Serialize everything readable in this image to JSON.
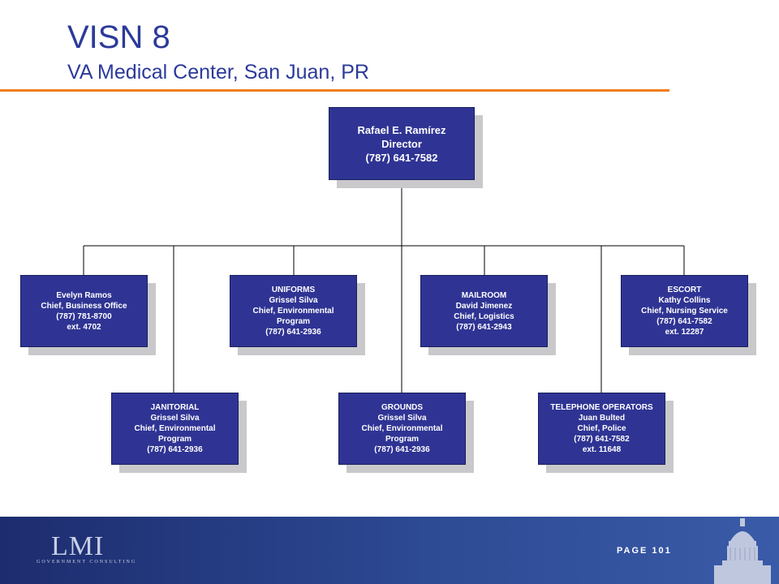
{
  "header": {
    "title": "VISN 8",
    "subtitle": "VA Medical Center, San Juan, PR"
  },
  "org": {
    "director": [
      "Rafael E. Ramírez",
      "Director",
      "(787) 641-7582"
    ],
    "top_row": [
      {
        "id": "business-office",
        "lines": [
          "Evelyn Ramos",
          "Chief, Business Office",
          "(787) 781-8700",
          "ext. 4702"
        ]
      },
      {
        "id": "uniforms",
        "lines": [
          "UNIFORMS",
          "Grissel Silva",
          "Chief, Environmental",
          "Program",
          "(787) 641-2936"
        ]
      },
      {
        "id": "mailroom",
        "lines": [
          "MAILROOM",
          "David Jimenez",
          "Chief, Logistics",
          "(787) 641-2943"
        ]
      },
      {
        "id": "escort",
        "lines": [
          "ESCORT",
          "Kathy Collins",
          "Chief, Nursing Service",
          "(787) 641-7582",
          "ext. 12287"
        ]
      }
    ],
    "bottom_row": [
      {
        "id": "janitorial",
        "lines": [
          "JANITORIAL",
          "Grissel Silva",
          "Chief, Environmental",
          "Program",
          "(787) 641-2936"
        ]
      },
      {
        "id": "grounds",
        "lines": [
          "GROUNDS",
          "Grissel Silva",
          "Chief, Environmental",
          "Program",
          "(787) 641-2936"
        ]
      },
      {
        "id": "telephone-operators",
        "lines": [
          "TELEPHONE OPERATORS",
          "Juan Bulted",
          "Chief, Police",
          "(787) 641-7582",
          "ext. 11648"
        ]
      }
    ]
  },
  "footer": {
    "logo": "LMI",
    "tagline": "GOVERNMENT CONSULTING",
    "page_label": "PAGE 101"
  },
  "colors": {
    "box_fill": "#2f3494",
    "accent_rule": "#f07d1a",
    "title_text": "#2b3a9a"
  }
}
